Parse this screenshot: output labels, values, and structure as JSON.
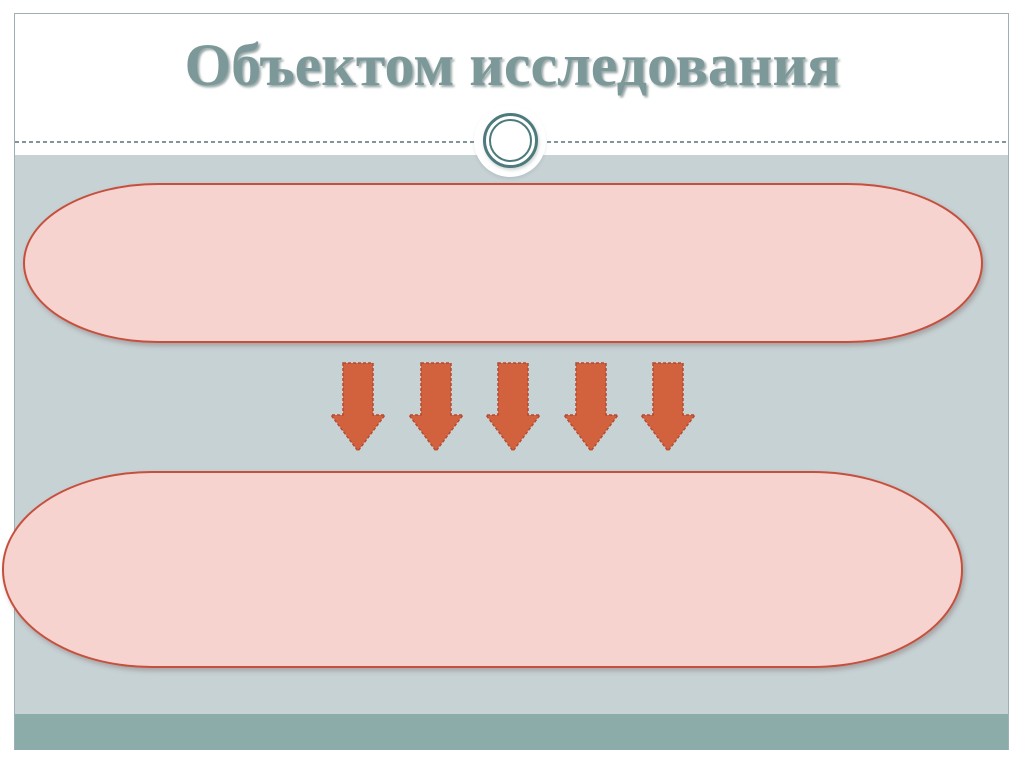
{
  "slide": {
    "title": "Объектом исследования",
    "shapes": [
      {
        "name": "top-rounded-rectangle",
        "text": ""
      },
      {
        "name": "bottom-rounded-rectangle",
        "text": ""
      }
    ],
    "arrows": {
      "count": 5,
      "direction": "down",
      "icon": "down-arrow-icon"
    },
    "ornament": {
      "icon": "double-ring-circle-icon"
    },
    "colors": {
      "title_text": "#7c9899",
      "slide_background": "#ffffff",
      "content_background": "#c7d2d5",
      "footer_band": "#8caca9",
      "shape_fill": "#f6d3cf",
      "shape_border": "#c5503e",
      "arrow_fill": "#d2613e",
      "arrow_outline": "#b54a31",
      "ornament_ring": "#4d7b7d",
      "divider_dash": "#82969a",
      "frame_border": "#9db1b4"
    }
  }
}
